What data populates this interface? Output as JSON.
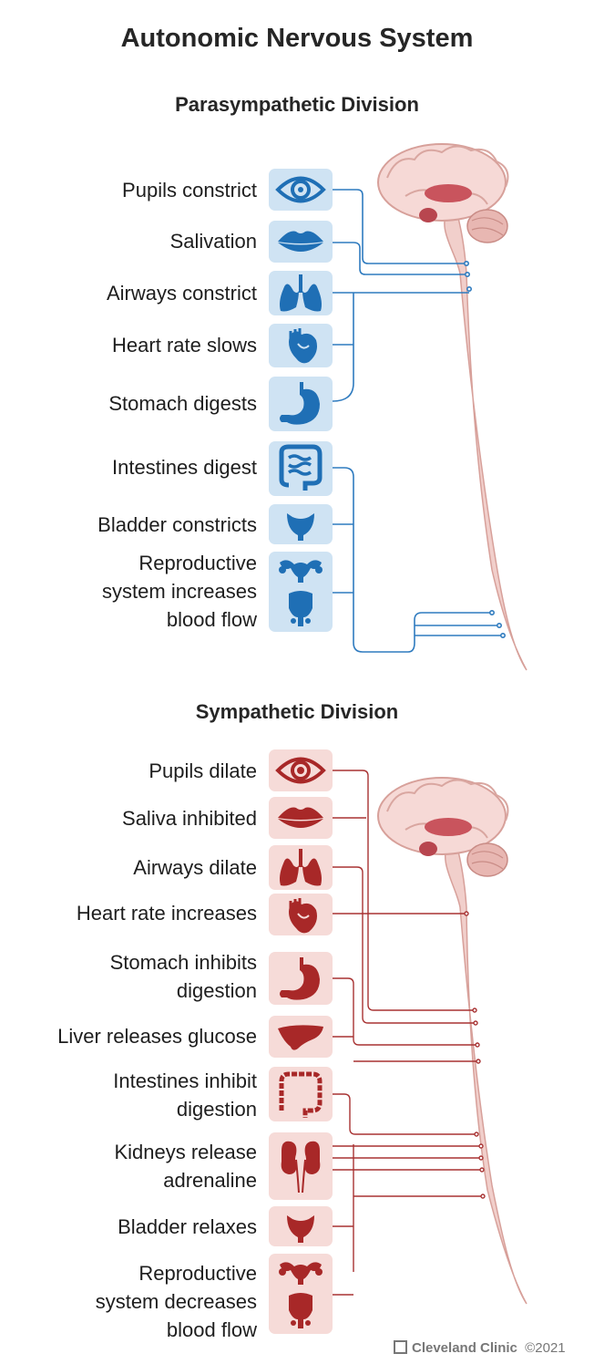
{
  "title": "Autonomic Nervous System",
  "parasympathetic": {
    "heading": "Parasympathetic Division",
    "color": "#2f7bbf",
    "box_color": "#cfe3f3",
    "items": [
      {
        "lines": [
          "Pupils constrict"
        ],
        "icon": "eye-icon"
      },
      {
        "lines": [
          "Salivation"
        ],
        "icon": "lips-icon"
      },
      {
        "lines": [
          "Airways constrict"
        ],
        "icon": "lungs-icon"
      },
      {
        "lines": [
          "Heart rate slows"
        ],
        "icon": "heart-icon"
      },
      {
        "lines": [
          "Stomach digests"
        ],
        "icon": "stomach-icon"
      },
      {
        "lines": [
          "Intestines digest"
        ],
        "icon": "intestines-icon"
      },
      {
        "lines": [
          "Bladder constricts"
        ],
        "icon": "bladder-icon"
      },
      {
        "lines": [
          "Reproductive",
          "system increases",
          "blood flow"
        ],
        "icon": "reproductive-icon"
      }
    ]
  },
  "sympathetic": {
    "heading": "Sympathetic Division",
    "color": "#a83232",
    "box_color": "#f6dbd8",
    "items": [
      {
        "lines": [
          "Pupils dilate"
        ],
        "icon": "eye-icon"
      },
      {
        "lines": [
          "Saliva inhibited"
        ],
        "icon": "lips-icon"
      },
      {
        "lines": [
          "Airways dilate"
        ],
        "icon": "lungs-icon"
      },
      {
        "lines": [
          "Heart rate increases"
        ],
        "icon": "heart-icon"
      },
      {
        "lines": [
          "Stomach inhibits",
          "digestion"
        ],
        "icon": "stomach-icon"
      },
      {
        "lines": [
          "Liver releases glucose"
        ],
        "icon": "liver-icon"
      },
      {
        "lines": [
          "Intestines inhibit",
          "digestion"
        ],
        "icon": "intestines-icon"
      },
      {
        "lines": [
          "Kidneys release",
          "adrenaline"
        ],
        "icon": "kidneys-icon"
      },
      {
        "lines": [
          "Bladder relaxes"
        ],
        "icon": "bladder-icon"
      },
      {
        "lines": [
          "Reproductive",
          "system decreases",
          "blood flow"
        ],
        "icon": "reproductive-icon"
      }
    ]
  },
  "credit": {
    "brand": "Cleveland Clinic",
    "year": "©2021"
  }
}
